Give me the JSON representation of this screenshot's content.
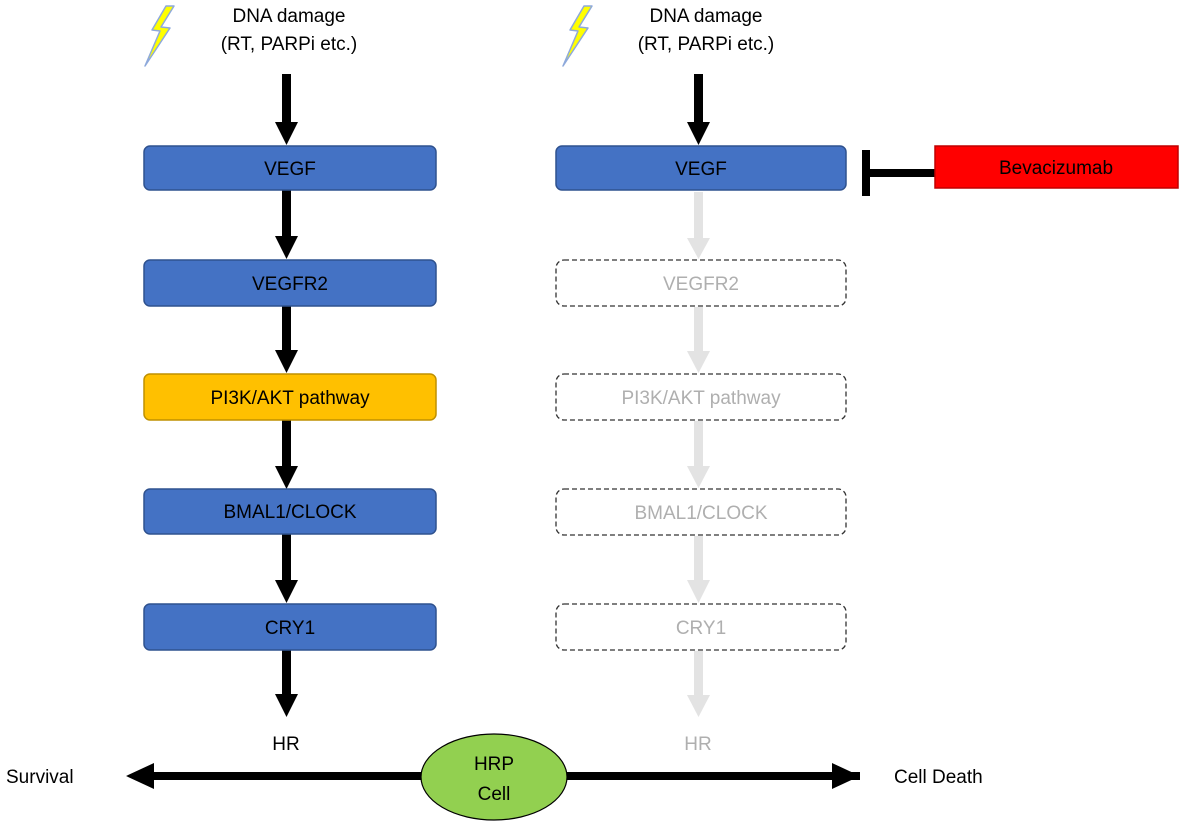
{
  "colors": {
    "active_box": "#4472C4",
    "pathway_box": "#FFC000",
    "drug_box": "#FF0000",
    "hrp_cell": "#92D050",
    "active_arrow": "#000000",
    "inactive_arrow": "#E3E3E3",
    "inactive_text": "#AFAFAF",
    "inactive_border": "#333333",
    "lightning": "#FFFF00",
    "lightning_outline": "#8EA9DB"
  },
  "left_pathway": {
    "trigger_line1": "DNA damage",
    "trigger_line2": "(RT, PARPi etc.)",
    "nodes": [
      "VEGF",
      "VEGFR2",
      "PI3K/AKT pathway",
      "BMAL1/CLOCK",
      "CRY1"
    ],
    "outcome": "HR"
  },
  "right_pathway": {
    "trigger_line1": "DNA damage",
    "trigger_line2": "(RT, PARPi etc.)",
    "nodes": [
      "VEGF",
      "VEGFR2",
      "PI3K/AKT pathway",
      "BMAL1/CLOCK",
      "CRY1"
    ],
    "outcome": "HR",
    "inhibitor": "Bevacizumab"
  },
  "axis": {
    "left_label": "Survival",
    "right_label": "Cell Death",
    "center_line1": "HRP",
    "center_line2": "Cell"
  }
}
